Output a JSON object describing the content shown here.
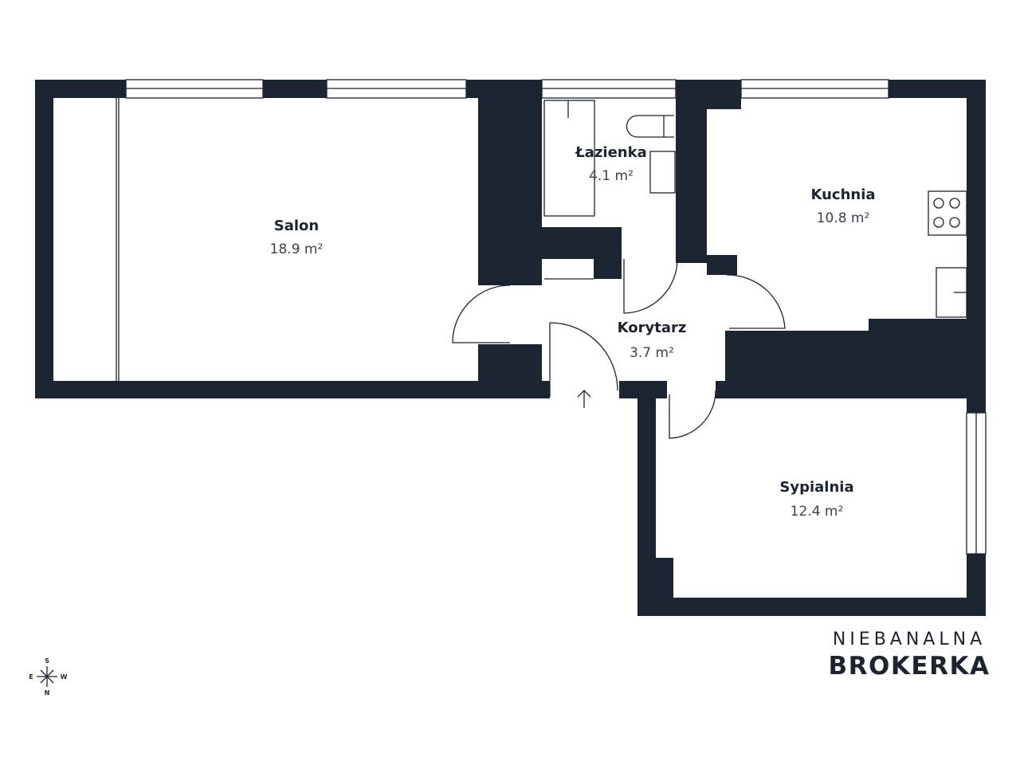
{
  "rooms": [
    {
      "name": "Salon",
      "area": "18.9 m²"
    },
    {
      "name": "Łazienka",
      "area": "4.1 m²"
    },
    {
      "name": "Kuchnia",
      "area": "10.8 m²"
    },
    {
      "name": "Korytarz",
      "area": "3.7 m²"
    },
    {
      "name": "Sypialnia",
      "area": "12.4 m²"
    }
  ],
  "compass": {
    "top": "S",
    "bottom": "N",
    "left": "E",
    "right": "W"
  },
  "logo": {
    "line1": "NIEBANALNA",
    "line2": "BROKERKA"
  },
  "colors": {
    "wall": "#1c2331"
  }
}
